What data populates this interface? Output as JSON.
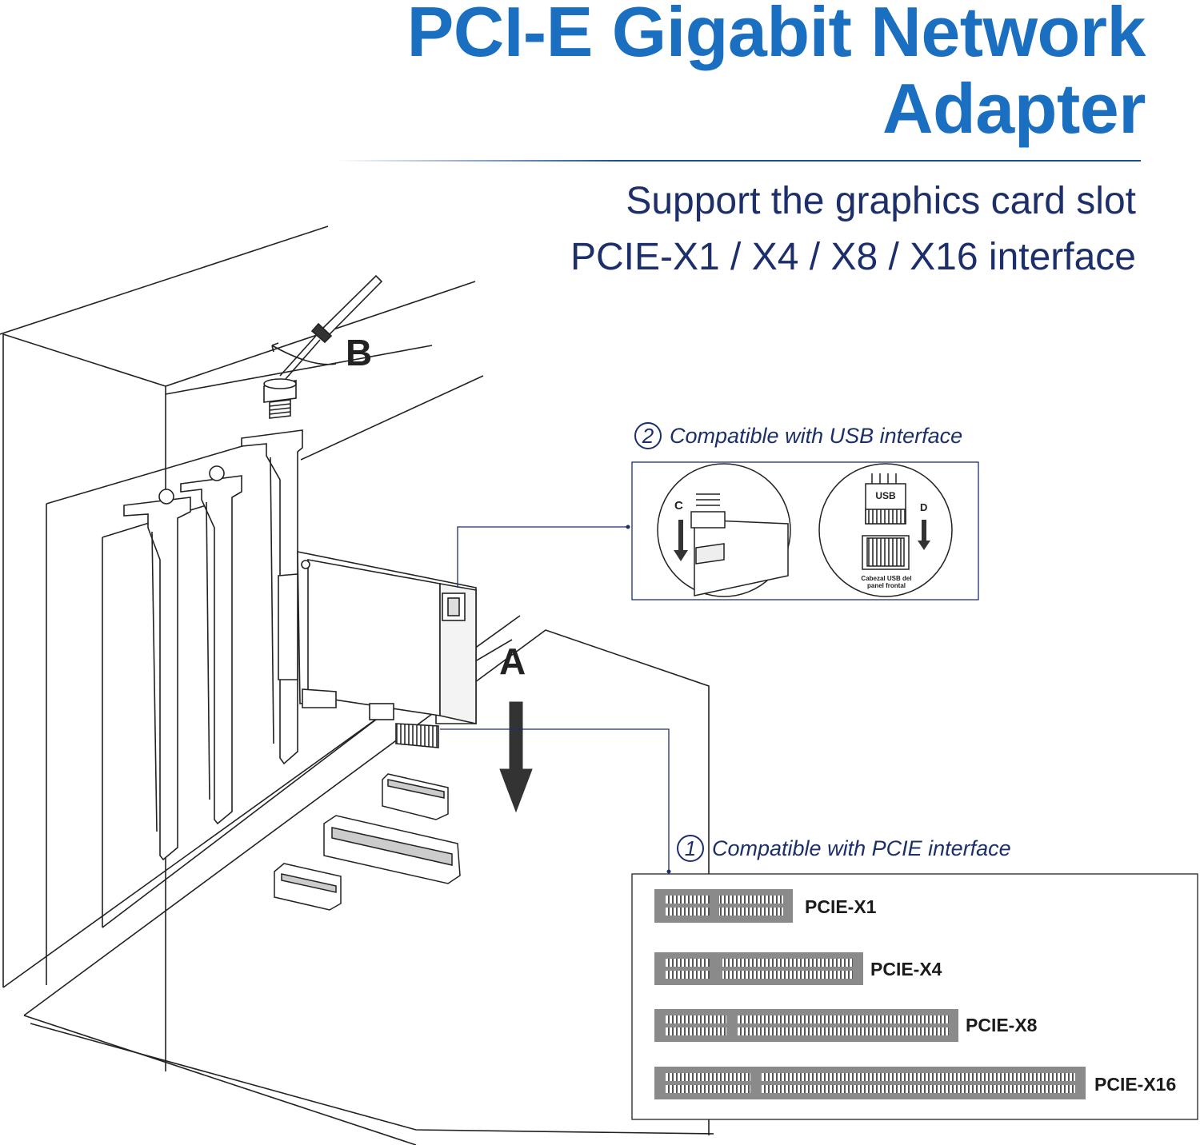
{
  "title": {
    "line1": "PCI-E Gigabit Network",
    "line2": "Adapter"
  },
  "subtitle": {
    "line1": "Support the graphics card slot",
    "line2": "PCIE-X1 / X4 / X8 / X16 interface"
  },
  "step_labels": {
    "screw": "B",
    "insert": "A",
    "usb_cable": "C",
    "usb_header": "D"
  },
  "usb_callout": {
    "number": "2",
    "heading": "Compatible with USB interface",
    "header_label": "USB",
    "header_caption_line1": "Cabezal USB del",
    "header_caption_line2": "panel frontal"
  },
  "pcie_callout": {
    "number": "1",
    "heading": "Compatible with PCIE interface",
    "slots": [
      {
        "label": "PCIE-X1"
      },
      {
        "label": "PCIE-X4"
      },
      {
        "label": "PCIE-X8"
      },
      {
        "label": "PCIE-X16"
      }
    ]
  },
  "colors": {
    "title_blue": "#1a6fc0",
    "subtitle_navy": "#1c2f6b",
    "slot_gray": "#8a8a8a",
    "line_dark": "#222222"
  }
}
